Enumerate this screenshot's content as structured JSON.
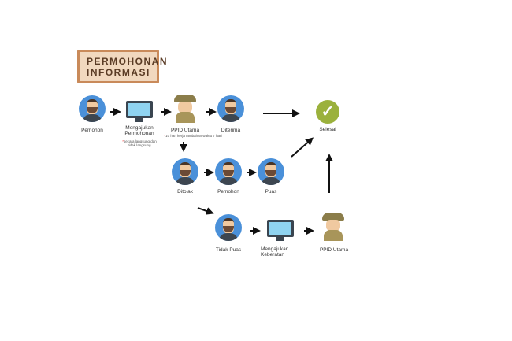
{
  "title": {
    "line1": "PERMOHONAN",
    "line2": "INFORMASI"
  },
  "nodes": {
    "pemohon": "Pemohon",
    "mengajukan_permohonan": "Mengajukan Permohonan",
    "mengajukan_note": "secara langsung dan tidak langsung",
    "ppid_utama": "PPID Utama",
    "ppid_note": "10 hari kerja tambahan waktu 7 hari",
    "diterima": "Diterima",
    "selesai": "Selesai",
    "ditolak": "Ditolak",
    "pemohon2": "Pemohon",
    "puas": "Puas",
    "tidak_puas": "Tidak Puas",
    "mengajukan_keberatan": "Mengajukan Keberatan",
    "ppid_utama2": "PPID Utama"
  },
  "colors": {
    "avatar": "#4a90d9",
    "check": "#9bb13c",
    "sign": "#f1d8bf"
  }
}
